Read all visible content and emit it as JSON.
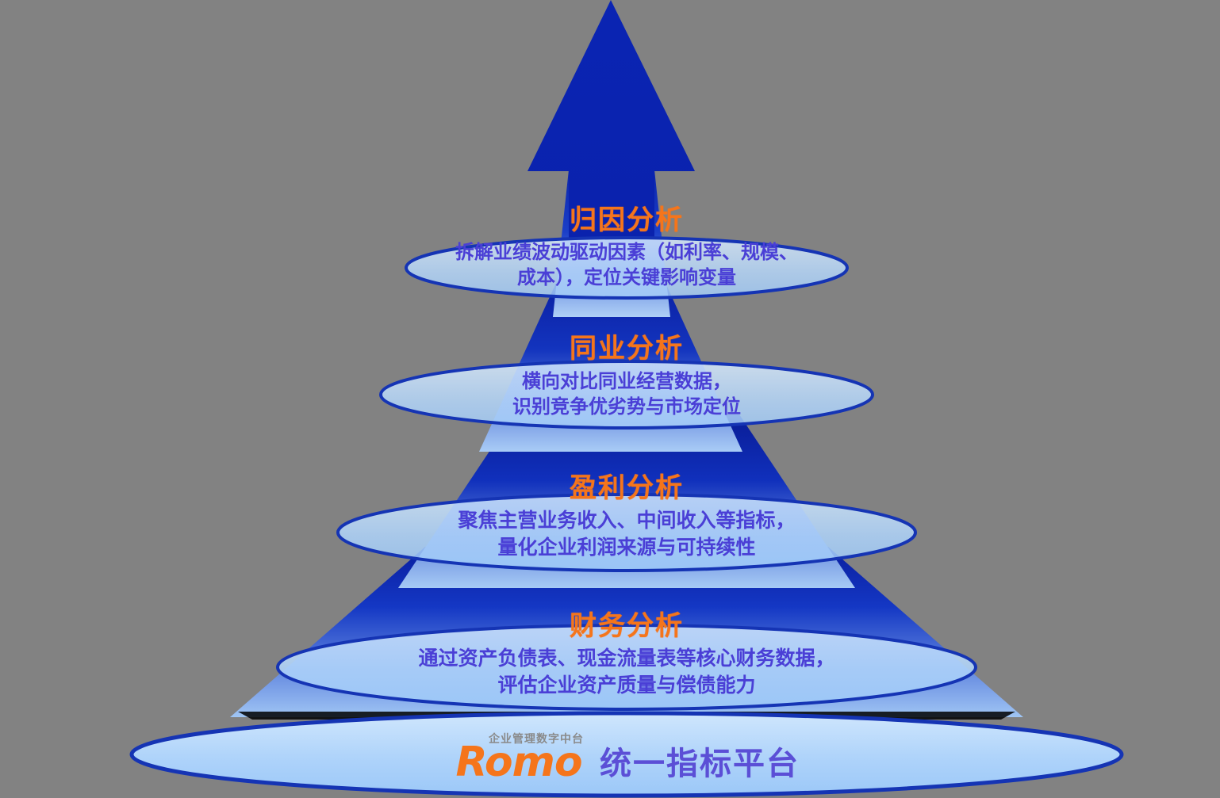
{
  "background_color": "#828282",
  "colors": {
    "arrow": "#0A25B5",
    "cone_dark": "#0A1F9E",
    "cone_light": "#A9C8F5",
    "ellipse_border": "#1534B4",
    "ellipse_fill": "#B6D8FA",
    "title_orange": "#F5751B",
    "desc_purple": "#4A3FD6",
    "brand_orange": "#F5751B",
    "brand_purple": "#5B4FD6",
    "tagline_gray": "#8a8a8a"
  },
  "diagram": {
    "type": "funnel-pyramid",
    "arrow_direction": "up",
    "levels": [
      {
        "index": 1,
        "title": "归因分析",
        "description": "拆解业绩波动驱动因素（如利率、规模、\n成本），定位关键影响变量"
      },
      {
        "index": 2,
        "title": "同业分析",
        "description": "横向对比同业经营数据，\n识别竞争优劣势与市场定位"
      },
      {
        "index": 3,
        "title": "盈利分析",
        "description": "聚焦主营业务收入、中间收入等指标，\n量化企业利润来源与可持续性"
      },
      {
        "index": 4,
        "title": "财务分析",
        "description": "通过资产负债表、现金流量表等核心财务数据，\n评估企业资产质量与偿债能力"
      }
    ],
    "base": {
      "logo_tagline": "企业管理数字中台",
      "logo_wordmark": "Romo",
      "platform_name": "统一指标平台"
    }
  }
}
